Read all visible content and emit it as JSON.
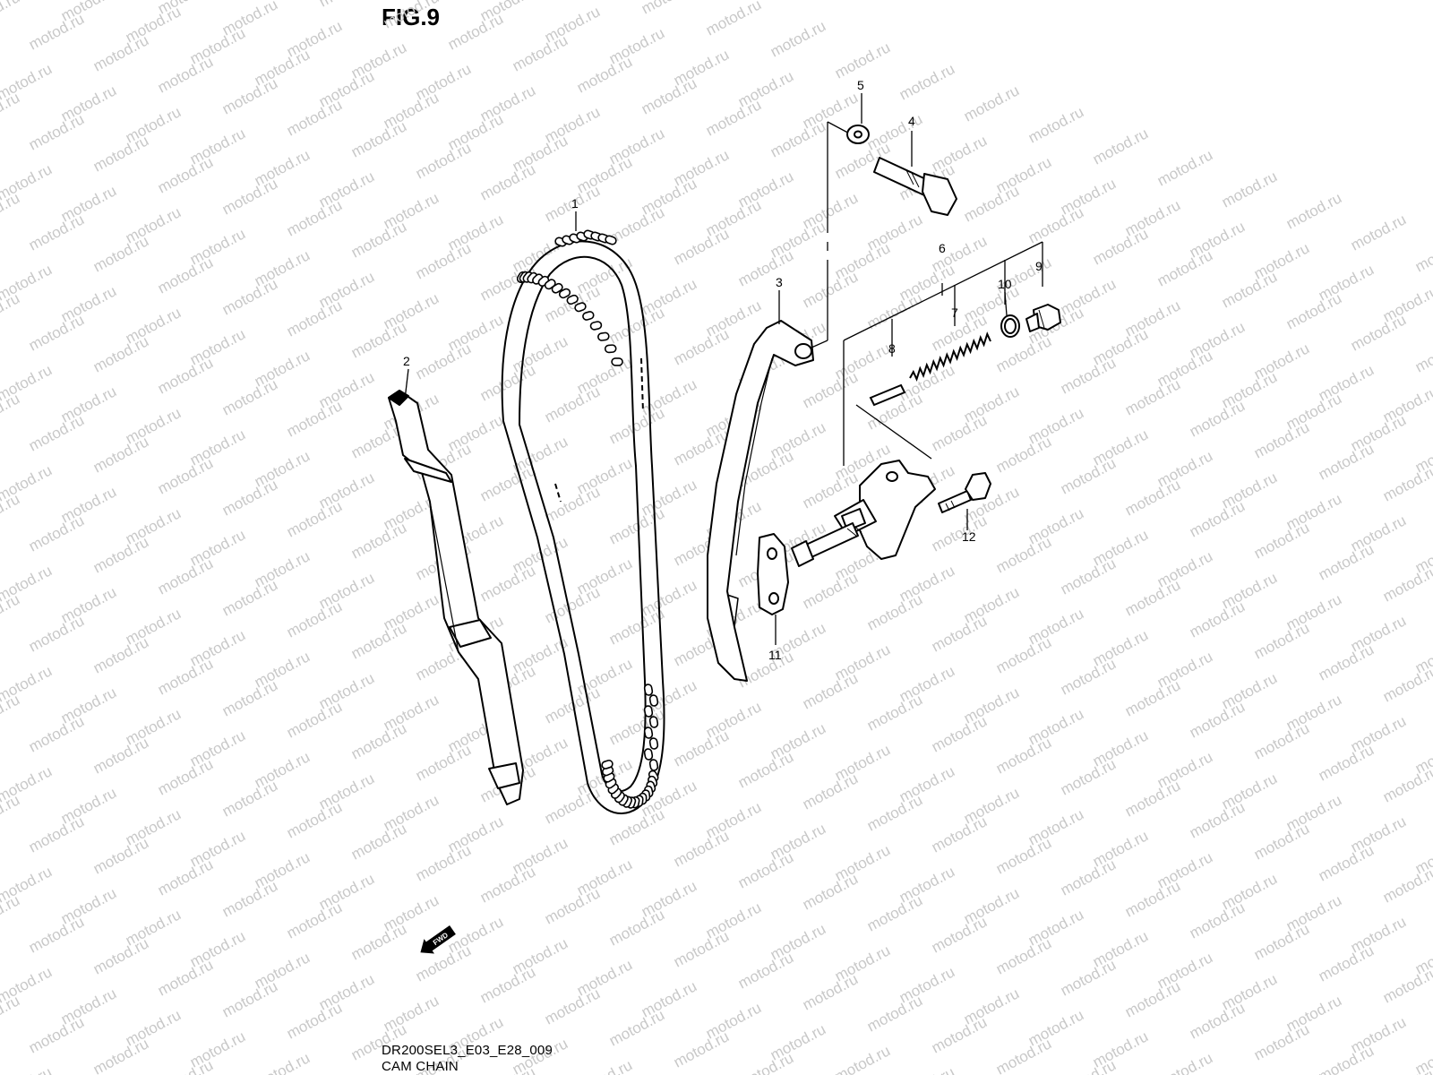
{
  "figure": {
    "title": "FIG.9",
    "code": "DR200SEL3_E03_E28_009",
    "name": "CAM CHAIN"
  },
  "watermark": "motod.ru",
  "fwd_arrow": {
    "label": "FWD"
  },
  "parts": [
    {
      "number": "1"
    },
    {
      "number": "2"
    },
    {
      "number": "3"
    },
    {
      "number": "4"
    },
    {
      "number": "5"
    },
    {
      "number": "6"
    },
    {
      "number": "7"
    },
    {
      "number": "8"
    },
    {
      "number": "9"
    },
    {
      "number": "10"
    },
    {
      "number": "11"
    },
    {
      "number": "12"
    }
  ]
}
